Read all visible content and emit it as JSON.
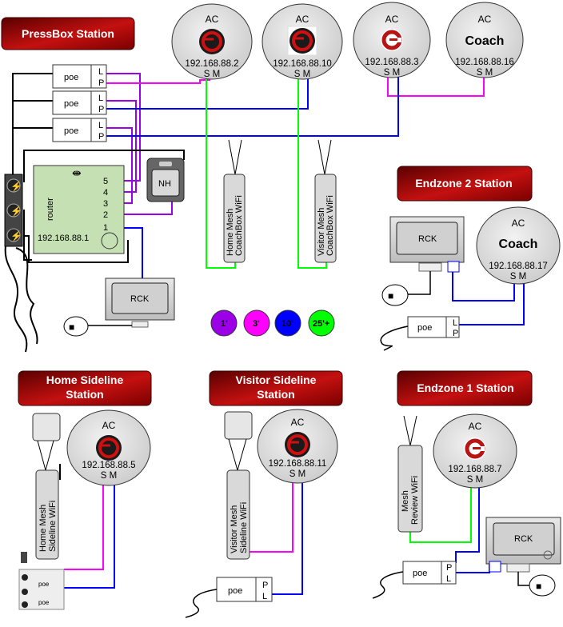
{
  "stations": {
    "pressbox": {
      "title": "PressBox Station"
    },
    "endzone2": {
      "title": "Endzone 2 Station"
    },
    "home_sideline": {
      "title_line1": "Home Sideline",
      "title_line2": "Station"
    },
    "visitor_sideline": {
      "title_line1": "Visitor Sideline",
      "title_line2": "Station"
    },
    "endzone1": {
      "title": "Endzone 1 Station"
    }
  },
  "access_points": [
    {
      "label": "AC",
      "ip": "192.168.88.2",
      "ports": "S M",
      "logo": "sg-logo-dark"
    },
    {
      "label": "AC",
      "ip": "192.168.88.10",
      "ports": "S M",
      "logo": "sg-logo-dark-square"
    },
    {
      "label": "AC",
      "ip": "192.168.88.3",
      "ports": "S M",
      "logo": "sg-logo-red"
    },
    {
      "label": "AC",
      "ip": "192.168.88.16",
      "ports": "S M",
      "logo_text": "Coach"
    },
    {
      "label": "AC",
      "ip": "192.168.88.17",
      "ports": "S M",
      "logo_text": "Coach"
    },
    {
      "label": "AC",
      "ip": "192.168.88.5",
      "ports": "S M",
      "logo": "sg-logo-dark"
    },
    {
      "label": "AC",
      "ip": "192.168.88.11",
      "ports": "S M",
      "logo": "sg-logo-dark"
    },
    {
      "label": "AC",
      "ip": "192.168.88.7",
      "ports": "S M",
      "logo": "sg-logo-red"
    }
  ],
  "poe": {
    "label": "poe",
    "port_l": "L",
    "port_p": "P"
  },
  "router": {
    "label": "router",
    "ip": "192.168.88.1",
    "ports": [
      "5",
      "4",
      "3",
      "2",
      "1"
    ]
  },
  "nh": {
    "label": "NH"
  },
  "rck": {
    "label": "RCK"
  },
  "mesh": {
    "home_coachbox": {
      "line1": "Home Mesh",
      "line2": "CoachBox WiFi"
    },
    "visitor_coachbox": {
      "line1": "Visitor Mesh",
      "line2": "CoachBox WiFi"
    },
    "home_sideline": {
      "line1": "Home Mesh",
      "line2": "Sideline  WiFi"
    },
    "visitor_sideline": {
      "line1": "Visitor Mesh",
      "line2": "Sideline  WiFi"
    },
    "review": {
      "line1": "Mesh",
      "line2": "Review  WiFi"
    }
  },
  "legend": [
    {
      "label": "1'",
      "color": "#9b00e6"
    },
    {
      "label": "3'",
      "color": "#ff00ff"
    },
    {
      "label": "10'",
      "color": "#0000ff"
    },
    {
      "label": "25'+",
      "color": "#00ff00"
    }
  ],
  "colors": {
    "cable_1ft": "#9b00e6",
    "cable_3ft": "#ff00ff",
    "cable_10ft": "#0000ff",
    "cable_25ft": "#00ff00",
    "banner_dark": "#7a0000",
    "banner_light": "#e02020",
    "router_green": "#c5e0b3"
  }
}
